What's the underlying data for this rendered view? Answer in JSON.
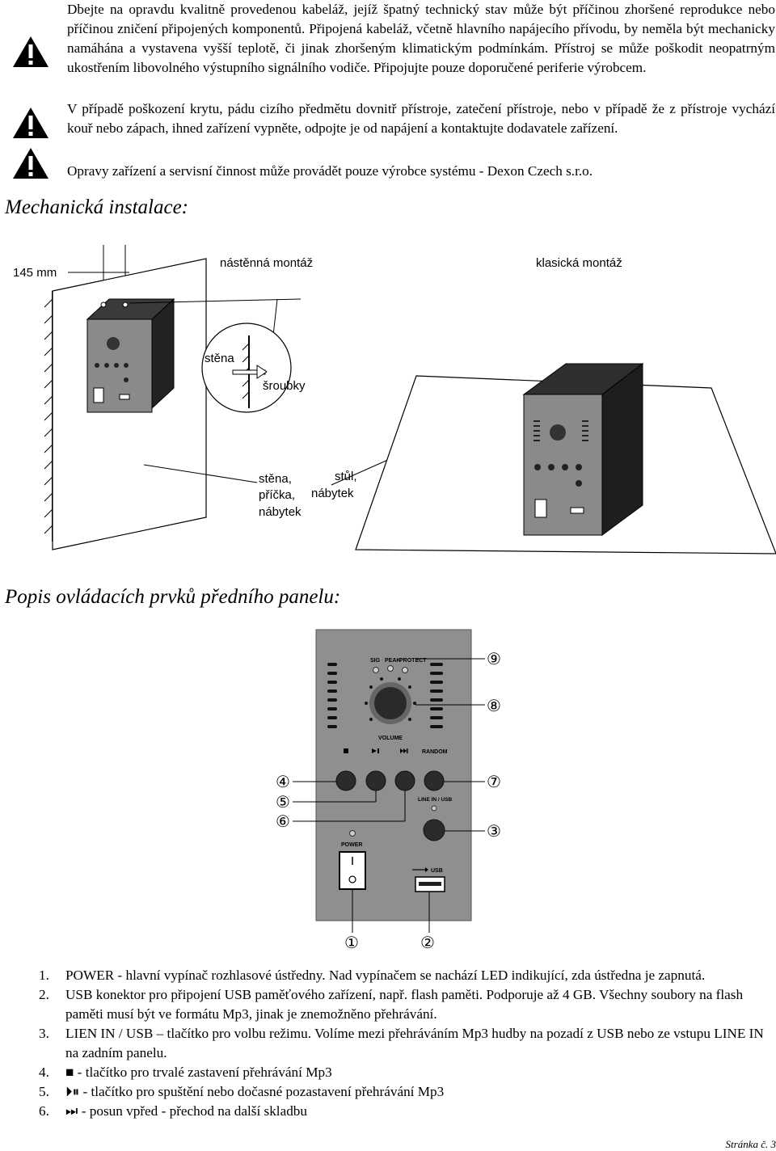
{
  "warnings": [
    "Dbejte na opravdu kvalitně provedenou kabeláž, jejíž špatný technický stav může být příčinou zhoršené reprodukce nebo příčinou zničení připojených komponentů. Připojená kabeláž, včetně hlavního napájecího přívodu, by neměla být mechanicky namáhána a vystavena vyšší teplotě, či jinak zhoršeným klimatickým podmínkám. Přístroj se může poškodit neopatrným ukostřením libovolného výstupního signálního vodiče. Připojujte pouze doporučené periferie výrobcem.",
    "V případě poškození krytu, pádu cizího předmětu dovnitř přístroje, zatečení přístroje, nebo v případě že z přístroje vychází kouř nebo zápach, ihned zařízení vypněte, odpojte je od napájení a kontaktujte dodavatele zařízení.",
    "Opravy zařízení a servisní činnost může provádět pouze výrobce systému - Dexon Czech s.r.o."
  ],
  "section_mech": "Mechanická instalace:",
  "mech_labels": {
    "dimension": "145 mm",
    "wall_mount": "nástěnná montáž",
    "classic_mount": "klasická montáž",
    "wall": "stěna",
    "screws": "šroubky",
    "wall_partition_1": "stěna,",
    "wall_partition_2": "příčka,",
    "wall_partition_3": "nábytek",
    "table_1": "stůl,",
    "table_2": "nábytek"
  },
  "section_panel": "Popis ovládacích prvků předního panelu:",
  "panel_labels": {
    "sig": "SIG",
    "peak": "PEAK",
    "protect": "PROTECT",
    "volume": "VOLUME",
    "random": "RANDOM",
    "line_usb": "LINE IN / USB",
    "power": "POWER",
    "usb": "USB",
    "callouts": [
      "⑨",
      "⑧",
      "④",
      "⑤",
      "⑥",
      "⑦",
      "③",
      "①",
      "②"
    ]
  },
  "items": [
    {
      "num": "1.",
      "text": "POWER - hlavní vypínač rozhlasové ústředny. Nad vypínačem se nachází LED indikující, zda ústředna je zapnutá."
    },
    {
      "num": "2.",
      "text": "USB konektor pro připojení USB paměťového zařízení, např. flash paměti. Podporuje až 4 GB. Všechny soubory na flash paměti musí být ve formátu Mp3, jinak je znemožněno přehrávání."
    },
    {
      "num": "3.",
      "text": "LIEN IN / USB – tlačítko pro volbu režimu. Volíme mezi přehráváním Mp3 hudby na pozadí z USB nebo ze vstupu LINE IN na zadním panelu."
    },
    {
      "num": "4.",
      "text": "■ - tlačítko pro trvalé zastavení přehrávání Mp3"
    },
    {
      "num": "5.",
      "text": "⏵⏸ - tlačítko pro spuštění nebo dočasné pozastavení přehrávání Mp3"
    },
    {
      "num": "6.",
      "text": "⏭ - posun vpřed - přechod na další skladbu"
    }
  ],
  "footer": "Stránka č. 3"
}
